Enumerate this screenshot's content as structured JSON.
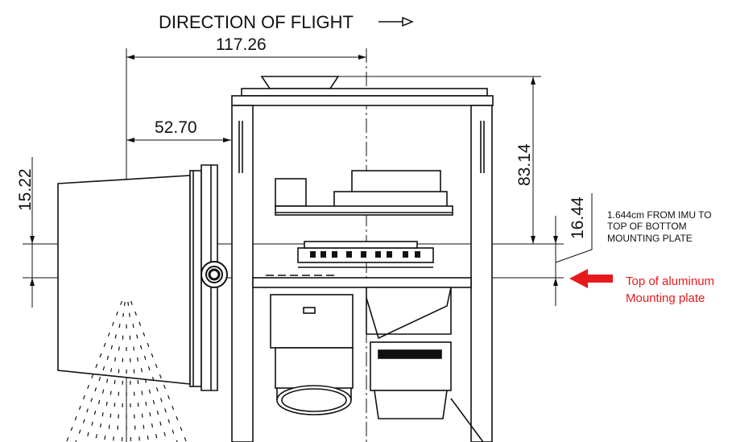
{
  "header": {
    "title": "DIRECTION OF FLIGHT"
  },
  "dimensions": {
    "overall_width": "117.26",
    "half_width": "52.70",
    "left_offset": "15.22",
    "height_right": "83.14",
    "imu_offset": "16.44"
  },
  "notes": {
    "imu_note": [
      "1.644cm FROM IMU TO",
      "TOP OF BOTTOM",
      "MOUNTING PLATE"
    ],
    "callout": [
      "Top of aluminum",
      "Mounting plate"
    ]
  },
  "icons": {
    "direction": "right-arrow-icon",
    "callout_arrow": "red-arrow-icon"
  },
  "colors": {
    "ink": "#111111",
    "callout": "#e8191c"
  }
}
